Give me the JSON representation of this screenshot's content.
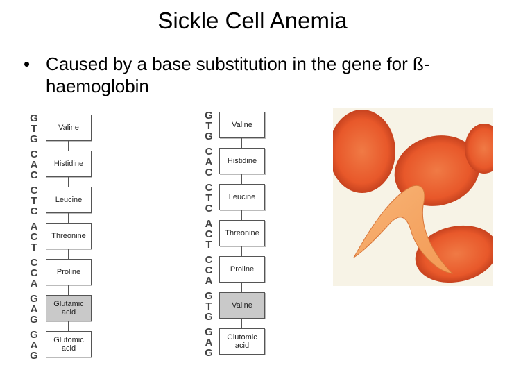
{
  "slide": {
    "title": "Sickle Cell Anemia",
    "bullet_symbol": "•",
    "bullet": "Caused by a base substitution in the gene for ß-haemoglobin"
  },
  "normal_chain": [
    {
      "codon": [
        "G",
        "T",
        "G"
      ],
      "amino_acid": "Valine",
      "highlight": false
    },
    {
      "codon": [
        "C",
        "A",
        "C"
      ],
      "amino_acid": "Histidine",
      "highlight": false
    },
    {
      "codon": [
        "C",
        "T",
        "C"
      ],
      "amino_acid": "Leucine",
      "highlight": false
    },
    {
      "codon": [
        "A",
        "C",
        "T"
      ],
      "amino_acid": "Threonine",
      "highlight": false
    },
    {
      "codon": [
        "C",
        "C",
        "A"
      ],
      "amino_acid": "Proline",
      "highlight": false
    },
    {
      "codon": [
        "G",
        "A",
        "G"
      ],
      "amino_acid": "Glutamic acid",
      "highlight": true
    },
    {
      "codon": [
        "G",
        "A",
        "G"
      ],
      "amino_acid": "Glutomic acid",
      "highlight": false
    }
  ],
  "sickle_chain": [
    {
      "codon": [
        "G",
        "T",
        "G"
      ],
      "amino_acid": "Valine",
      "highlight": false
    },
    {
      "codon": [
        "C",
        "A",
        "C"
      ],
      "amino_acid": "Histidine",
      "highlight": false
    },
    {
      "codon": [
        "C",
        "T",
        "C"
      ],
      "amino_acid": "Leucine",
      "highlight": false
    },
    {
      "codon": [
        "A",
        "C",
        "T"
      ],
      "amino_acid": "Threonine",
      "highlight": false
    },
    {
      "codon": [
        "C",
        "C",
        "A"
      ],
      "amino_acid": "Proline",
      "highlight": false
    },
    {
      "codon": [
        "G",
        "T",
        "G"
      ],
      "amino_acid": "Valine",
      "highlight": true
    },
    {
      "codon": [
        "G",
        "A",
        "G"
      ],
      "amino_acid": "Glutomic acid",
      "highlight": false
    }
  ],
  "colors": {
    "photo_background": "#f7f3e6",
    "red_cell": "#e8582a",
    "red_cell_center": "#f07a45",
    "sickle_cell": "#f39a55"
  }
}
